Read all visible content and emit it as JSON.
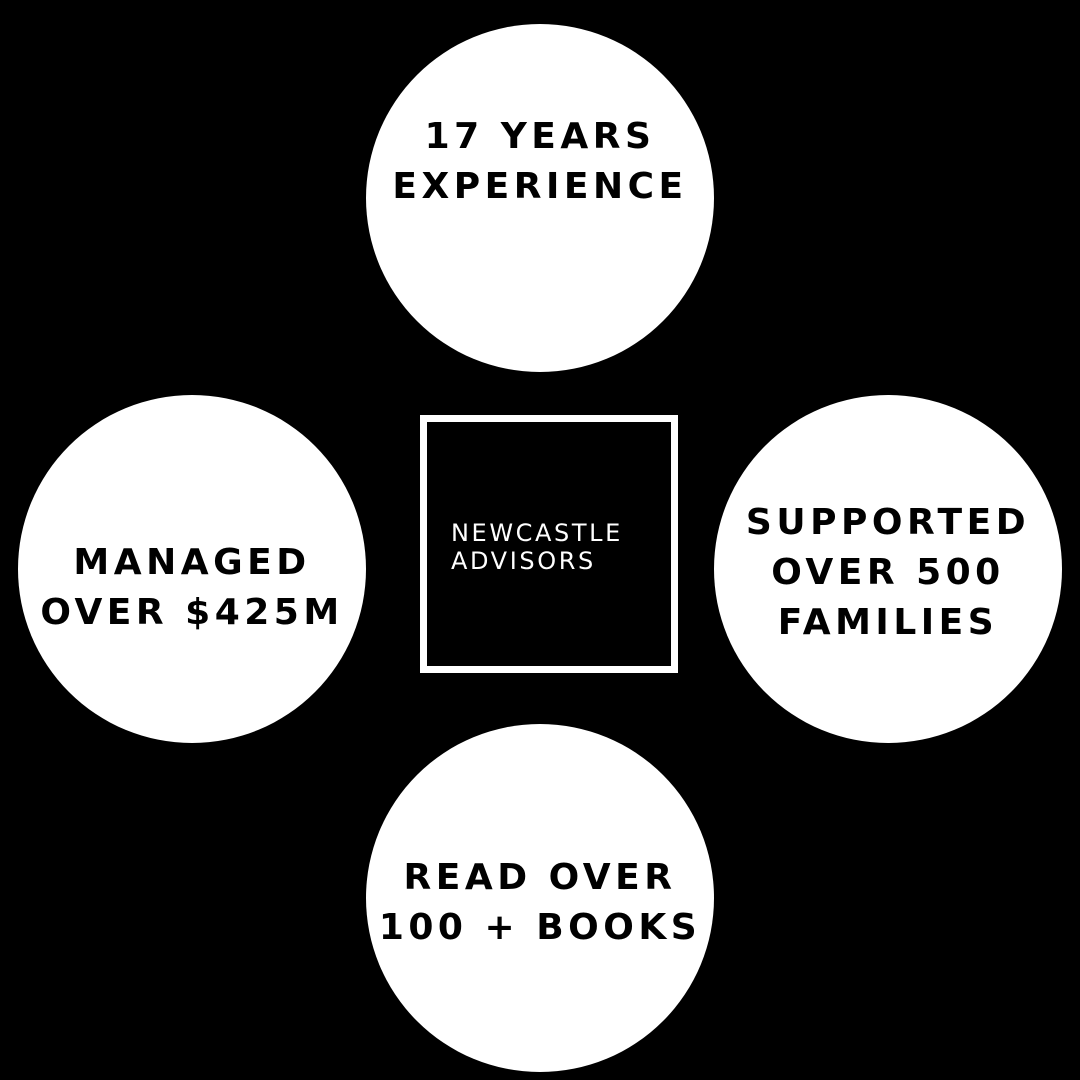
{
  "colors": {
    "background": "#000000",
    "circle": "#ffffff",
    "circle_text": "#000000",
    "logo_border": "#ffffff",
    "logo_text": "#ffffff"
  },
  "logo": {
    "line1": "NEWCASTLE",
    "line2": "ADVISORS"
  },
  "stats": {
    "top": {
      "line1": "17 YEARS",
      "line2": "EXPERIENCE"
    },
    "left": {
      "line1": "MANAGED",
      "line2": "OVER $425M"
    },
    "right": {
      "line1": "SUPPORTED",
      "line2": "OVER 500",
      "line3": "FAMILIES"
    },
    "bottom": {
      "line1": "READ OVER",
      "line2": "100 + BOOKS"
    }
  }
}
